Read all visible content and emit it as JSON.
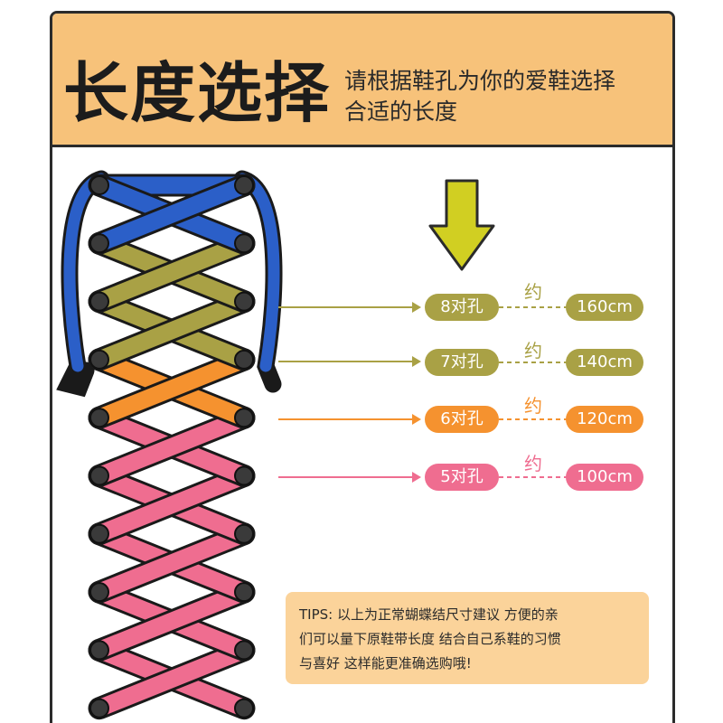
{
  "header": {
    "title": "长度选择",
    "subtitle_line1": "请根据鞋孔为你的爱鞋选择",
    "subtitle_line2": "合适的长度"
  },
  "colors": {
    "header_bg": "#f7c27a",
    "blue": "#2b5fc8",
    "olive": "#a9a145",
    "orange": "#f5922f",
    "pink": "#ef6d90",
    "arrow": "#d1cf22",
    "tips_bg": "#fbd39a"
  },
  "options": [
    {
      "holes": "8对孔",
      "approx": "约",
      "length": "160cm",
      "color": "#a9a145"
    },
    {
      "holes": "7对孔",
      "approx": "约",
      "length": "140cm",
      "color": "#a9a145"
    },
    {
      "holes": "6对孔",
      "approx": "约",
      "length": "120cm",
      "color": "#f5922f"
    },
    {
      "holes": "5对孔",
      "approx": "约",
      "length": "100cm",
      "color": "#ef6d90"
    }
  ],
  "tips": {
    "line1": "TIPS: 以上为正常蝴蝶结尺寸建议 方便的亲",
    "line2": "们可以量下原鞋带长度 结合自己系鞋的习惯",
    "line3": "与喜好 这样能更准确选购哦!"
  }
}
